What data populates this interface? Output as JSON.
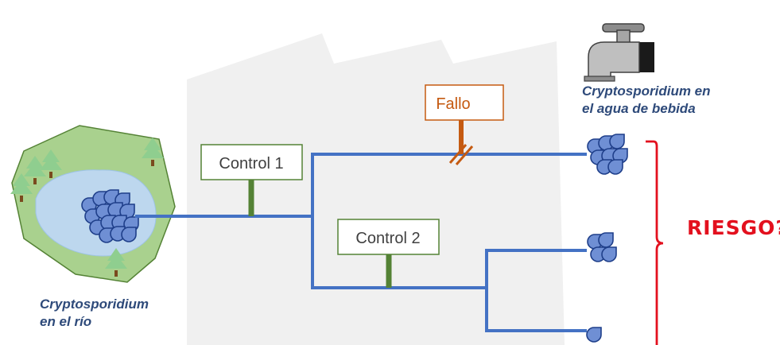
{
  "labels": {
    "control1": "Control 1",
    "control2": "Control 2",
    "failure": "Fallo",
    "risk": "RIESGO?",
    "river_line1": "Cryptosporidium",
    "river_line2": "en el río",
    "tap_line1": "Cryptosporidium en",
    "tap_line2": "el agua de bebida"
  },
  "colors": {
    "pipe": "#4472c4",
    "control": "#548235",
    "control_border": "#548235",
    "failure": "#c55a11",
    "risk": "#e3101e",
    "caption_text": "#2e4a7a",
    "factory": "#f0f0f0",
    "land": "#a9d18e",
    "water": "#bdd7ee"
  },
  "icons": {
    "tap": "water-tap-icon",
    "tree": "pine-tree-icon",
    "oocyst": "oocyst-drop-icon",
    "bracket": "curly-bracket-icon"
  }
}
